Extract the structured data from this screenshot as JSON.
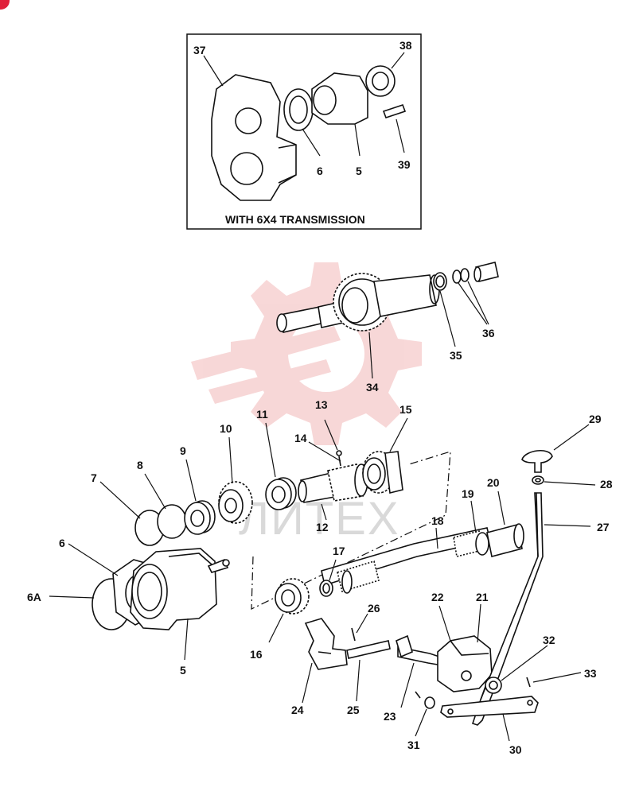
{
  "inset": {
    "title": "WITH 6X4 TRANSMISSION",
    "labels": {
      "l37": "37",
      "l38": "38",
      "l6": "6",
      "l5": "5",
      "l39": "39"
    }
  },
  "watermark": {
    "text": "ЛИТЕХ",
    "color": "#f2b8b8"
  },
  "labels": {
    "l34": "34",
    "l35": "35",
    "l36": "36",
    "l7": "7",
    "l8": "8",
    "l9": "9",
    "l10": "10",
    "l11": "11",
    "l12": "12",
    "l13": "13",
    "l14": "14",
    "l15": "15",
    "l16": "16",
    "l17": "17",
    "l18": "18",
    "l19": "19",
    "l20": "20",
    "l21": "21",
    "l22": "22",
    "l23": "23",
    "l24": "24",
    "l25": "25",
    "l26": "26",
    "l27": "27",
    "l28": "28",
    "l29": "29",
    "l30": "30",
    "l31": "31",
    "l32": "32",
    "l33": "33",
    "l6": "6",
    "l6A": "6A",
    "l5": "5"
  },
  "colors": {
    "ink": "#111111",
    "badge": "#e0203a",
    "watermark": "#f2b8b8"
  }
}
